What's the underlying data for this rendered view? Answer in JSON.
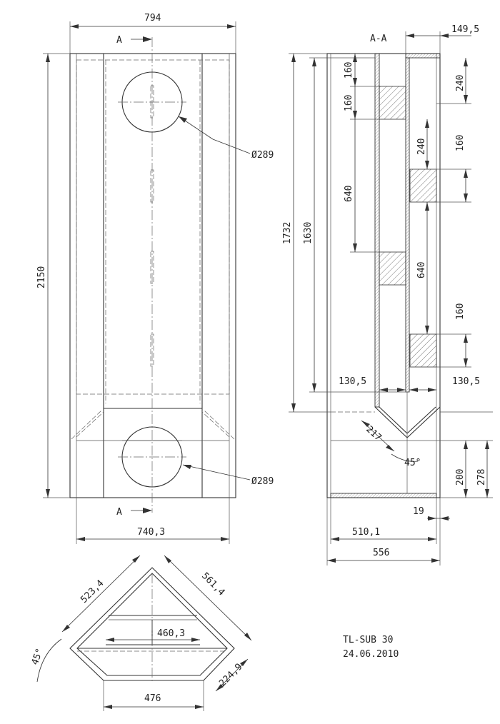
{
  "front_view": {
    "section_mark": "A",
    "width_top": "794",
    "height": "2150",
    "hole_top": "Ø289",
    "hole_bottom": "Ø289",
    "width_bottom": "740,3"
  },
  "section_view": {
    "title": "A-A",
    "dim_149_5": "149,5",
    "dim_160_a": "160",
    "dim_160_b": "160",
    "dim_240_right": "240",
    "dim_240_inner": "240",
    "dim_160_right": "160",
    "dim_640_left": "640",
    "dim_640_right": "640",
    "dim_160_lower": "160",
    "dim_1732": "1732",
    "dim_1630": "1630",
    "dim_130_5_left": "130,5",
    "dim_130_5_right": "130,5",
    "dim_217": "217",
    "angle_45": "45°",
    "dim_200": "200",
    "dim_278": "278",
    "dim_19": "19",
    "dim_510_1": "510,1",
    "dim_556": "556"
  },
  "top_view": {
    "dim_523_4": "523,4",
    "dim_561_4": "561,4",
    "dim_460_3": "460,3",
    "angle_45": "45°",
    "dim_224_9": "224,9",
    "dim_476": "476"
  },
  "title_block": {
    "name": "TL-SUB 30",
    "date": "24.06.2010"
  }
}
